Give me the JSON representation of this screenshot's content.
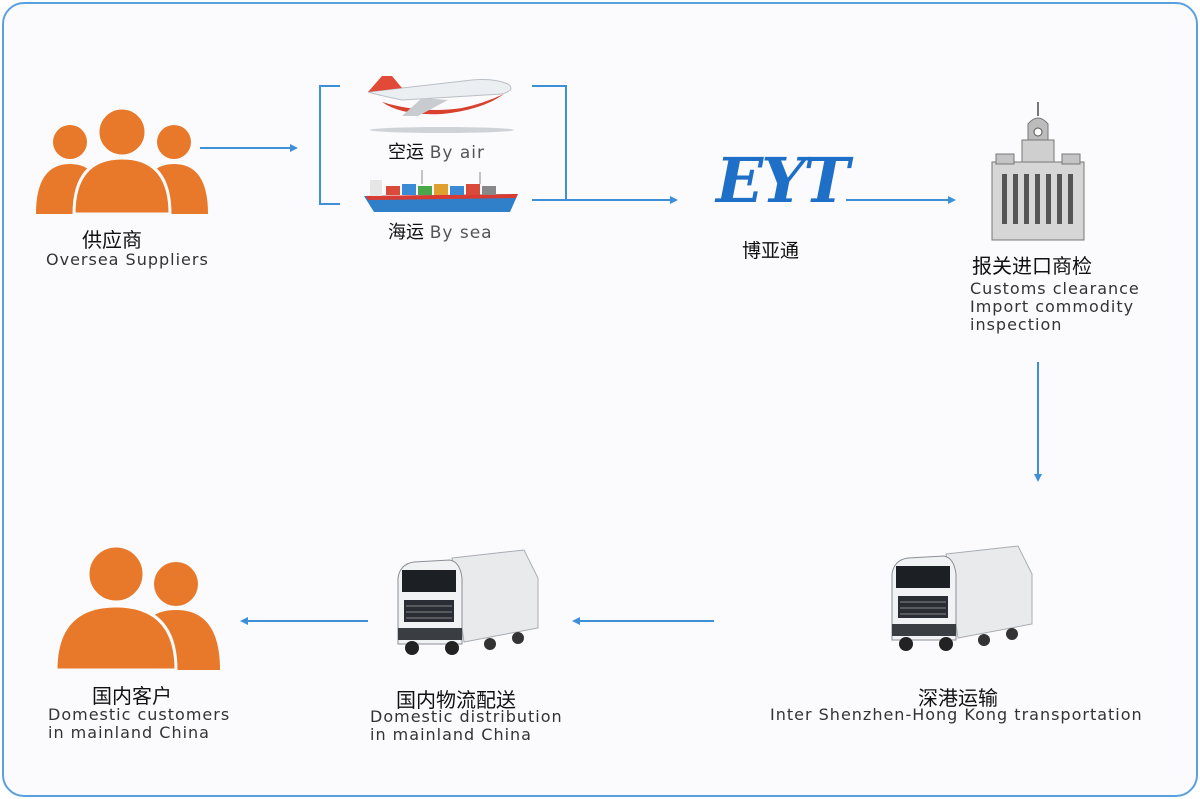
{
  "suppliers": {
    "cn": "供应商",
    "en": "Oversea Suppliers"
  },
  "air": {
    "cn": "空运",
    "en": "By air"
  },
  "sea": {
    "cn": "海运",
    "en": "By sea"
  },
  "logo": {
    "mark": "EYT",
    "cn": "博亚通"
  },
  "customs": {
    "cn": "报关进口商检",
    "en_lines": [
      "Customs clearance",
      "Import commodity",
      "inspection"
    ]
  },
  "sz_hk": {
    "cn": "深港运输",
    "en": "Inter Shenzhen-Hong Kong transportation"
  },
  "distribution": {
    "cn": "国内物流配送",
    "en_lines": [
      "Domestic distribution",
      "in mainland China"
    ]
  },
  "customers": {
    "cn": "国内客户",
    "en_lines": [
      "Domestic customers",
      "in mainland China"
    ]
  },
  "colors": {
    "arrow": "#3d8fd8",
    "people": "#e8782a",
    "logo": "#1e6fc8",
    "frame": "#5aa0dd"
  },
  "icons": [
    "people-icon",
    "airplane-icon",
    "ship-icon",
    "logo-mark",
    "customs-building-icon",
    "truck-icon"
  ]
}
